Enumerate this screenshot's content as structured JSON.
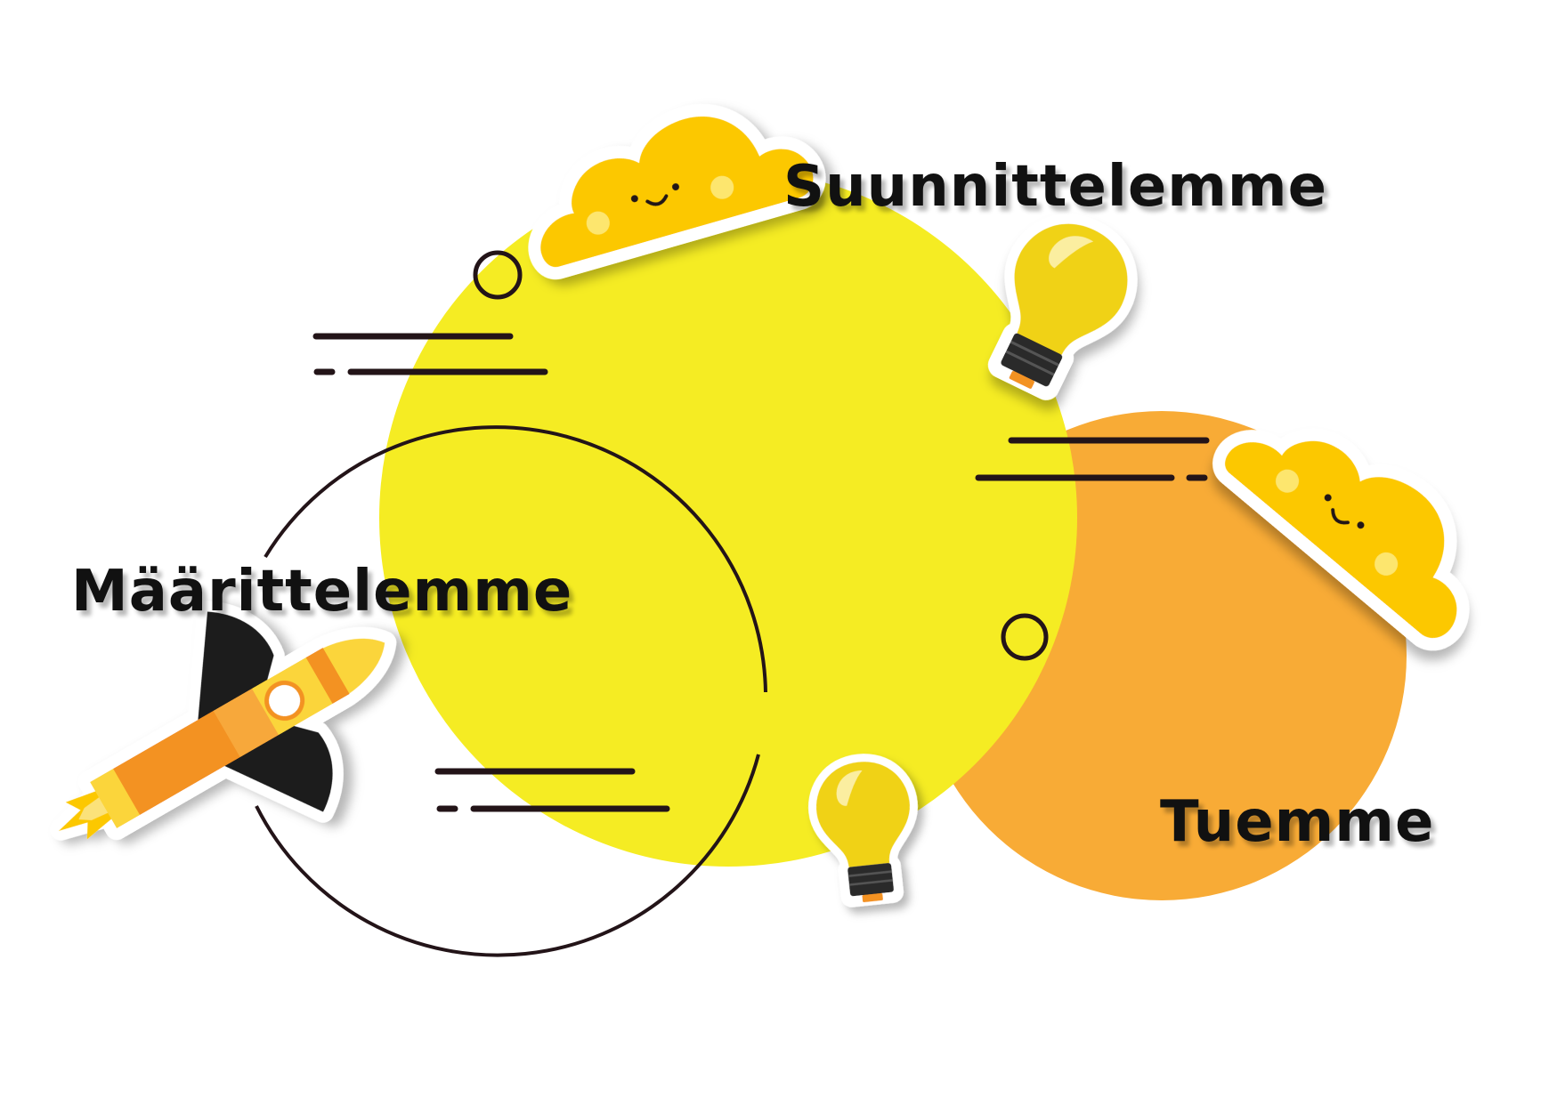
{
  "labels": {
    "suunnittelemme": "Suunnittelemme",
    "maarittelemme": "Määrittelemme",
    "tuemme": "Tuemme"
  },
  "colors": {
    "yellow_circle": "#f5ec23",
    "orange_circle": "#f8ab36",
    "line": "#231418",
    "cloud": "#fcc800",
    "bulb": "#f0d218",
    "rocket_body": "#fbd53a",
    "rocket_band": "#f39224",
    "rocket_fin": "#1e1e1e"
  },
  "icons": [
    "cloud-icon",
    "cloud-icon",
    "lightbulb-icon",
    "lightbulb-icon",
    "rocket-icon"
  ]
}
